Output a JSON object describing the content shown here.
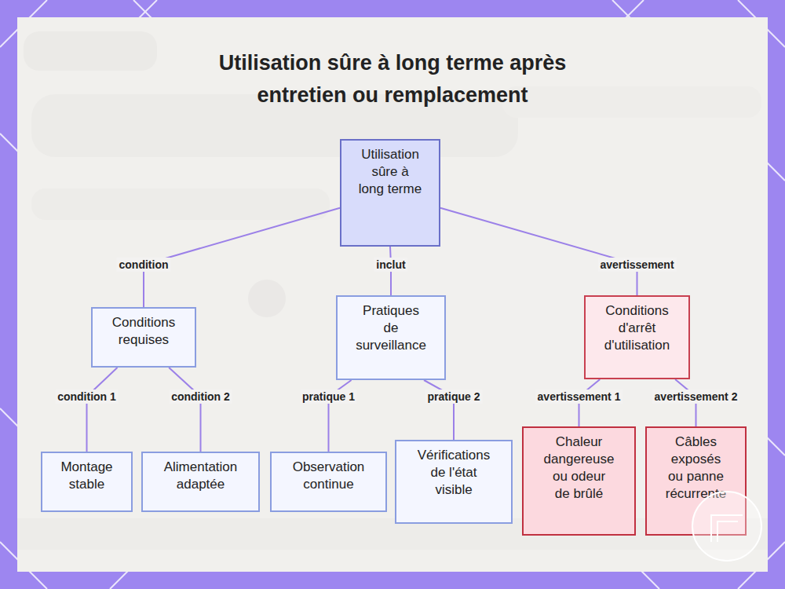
{
  "diagram": {
    "title": "Utilisation sûre à long terme après entretien ou remplacement",
    "nodes": [
      {
        "text": [
          "Utilisation sûre à long terme"
        ]
      },
      {
        "text": [
          "Conditions requises"
        ]
      },
      {
        "text": [
          "Pratiques de surveillance"
        ]
      },
      {
        "text": [
          "Conditions d'arrêt d'utilisation"
        ]
      },
      {
        "text": [
          "Montage stable"
        ]
      },
      {
        "text": [
          "Alimentation adaptée"
        ]
      },
      {
        "text": [
          "Observation continue"
        ]
      },
      {
        "text": [
          "Vérifications de l'état visible"
        ]
      },
      {
        "text": [
          "Chaleur dangereuse ou odeur de brûlé"
        ]
      },
      {
        "text": [
          "Câbles exposés ou panne récurrente"
        ]
      }
    ],
    "edges": [
      {
        "from": 0,
        "to": 1,
        "label": "condition",
        "arrow": "none"
      },
      {
        "from": 0,
        "to": 2,
        "label": "inclut",
        "arrow": "none"
      },
      {
        "from": 0,
        "to": 3,
        "label": "avertissement",
        "arrow": "none"
      },
      {
        "from": 1,
        "to": 4,
        "label": "condition 1",
        "arrow": "none"
      },
      {
        "from": 1,
        "to": 5,
        "label": "condition 2",
        "arrow": "none"
      },
      {
        "from": 2,
        "to": 6,
        "label": "pratique 1",
        "arrow": "none"
      },
      {
        "from": 2,
        "to": 7,
        "label": "pratique 2",
        "arrow": "none"
      },
      {
        "from": 3,
        "to": 8,
        "label": "avertissement 1",
        "arrow": "none"
      },
      {
        "from": 3,
        "to": 9,
        "label": "avertissement 2",
        "arrow": "none"
      }
    ]
  }
}
